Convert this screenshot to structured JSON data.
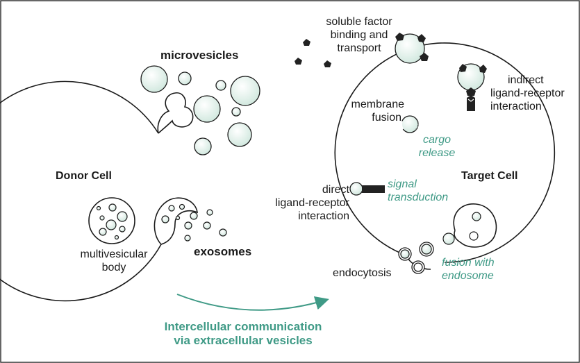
{
  "labels": {
    "microvesicles": "microvesicles",
    "soluble_factor": [
      "soluble factor",
      "binding and",
      "transport"
    ],
    "indirect": [
      "indirect",
      "ligand-receptor",
      "interaction"
    ],
    "membrane_fusion": [
      "membrane",
      "fusion"
    ],
    "cargo_release": [
      "cargo",
      "release"
    ],
    "donor_cell": "Donor Cell",
    "target_cell": "Target Cell",
    "direct": [
      "direct",
      "ligand-receptor",
      "interaction"
    ],
    "signal_transduction": [
      "signal",
      "transduction"
    ],
    "multivesicular_body": [
      "multivesicular",
      "body"
    ],
    "exosomes": "exosomes",
    "endocytosis": "endocytosis",
    "fusion_endosome": [
      "fusion with",
      "endosome"
    ],
    "caption": [
      "Intercellular communication",
      "via extracellular vesicles"
    ]
  },
  "colors": {
    "vesicle_fill": "#e4f2ec",
    "accent": "#3f9a86",
    "stroke": "#1a1a1a"
  }
}
